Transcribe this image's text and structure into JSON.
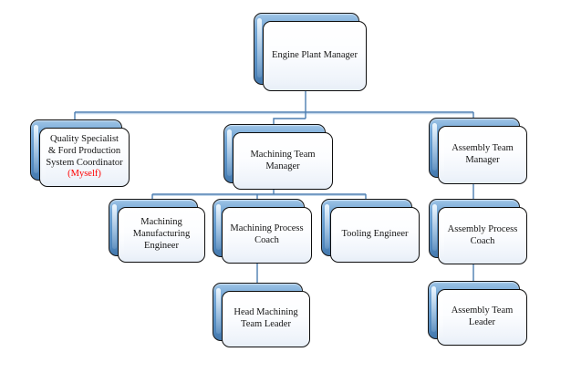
{
  "diagram": {
    "kind": "organizational-chart",
    "colors": {
      "node_accent_blue": "#5b94c9",
      "node_card_fill": "#f2f6fb",
      "node_border": "#0d0d0d",
      "connector_blue": "#4b7db1",
      "connector_light": "#c6daed",
      "myself_text_red": "#ff0000",
      "label_text": "#141414"
    },
    "nodes": {
      "engine": {
        "label": "Engine Plant Manager"
      },
      "quality": {
        "label": "Quality Specialist\n& Ford Production\nSystem Coordinator",
        "sublabel": "(Myself)"
      },
      "machining_manager": {
        "label": "Machining Team\nManager"
      },
      "assembly_manager": {
        "label": "Assembly Team\nManager"
      },
      "machining_engineer": {
        "label": "Machining\nManufacturing\nEngineer"
      },
      "machining_coach": {
        "label": "Machining Process\nCoach"
      },
      "tooling": {
        "label": "Tooling Engineer"
      },
      "assembly_coach": {
        "label": "Assembly Process\nCoach"
      },
      "head_leader": {
        "label": "Head Machining\nTeam Leader"
      },
      "assembly_leader": {
        "label": "Assembly Team\nLeader"
      }
    },
    "edges": [
      {
        "from": "Engine Plant Manager",
        "to": "Quality Specialist & Ford Production System Coordinator (Myself)"
      },
      {
        "from": "Engine Plant Manager",
        "to": "Machining Team Manager"
      },
      {
        "from": "Engine Plant Manager",
        "to": "Assembly Team Manager"
      },
      {
        "from": "Machining Team Manager",
        "to": "Machining Manufacturing Engineer"
      },
      {
        "from": "Machining Team Manager",
        "to": "Machining Process Coach"
      },
      {
        "from": "Machining Team Manager",
        "to": "Tooling Engineer"
      },
      {
        "from": "Machining Process Coach",
        "to": "Head Machining Team Leader"
      },
      {
        "from": "Assembly Team Manager",
        "to": "Assembly Process Coach"
      },
      {
        "from": "Assembly Process Coach",
        "to": "Assembly Team Leader"
      }
    ]
  }
}
